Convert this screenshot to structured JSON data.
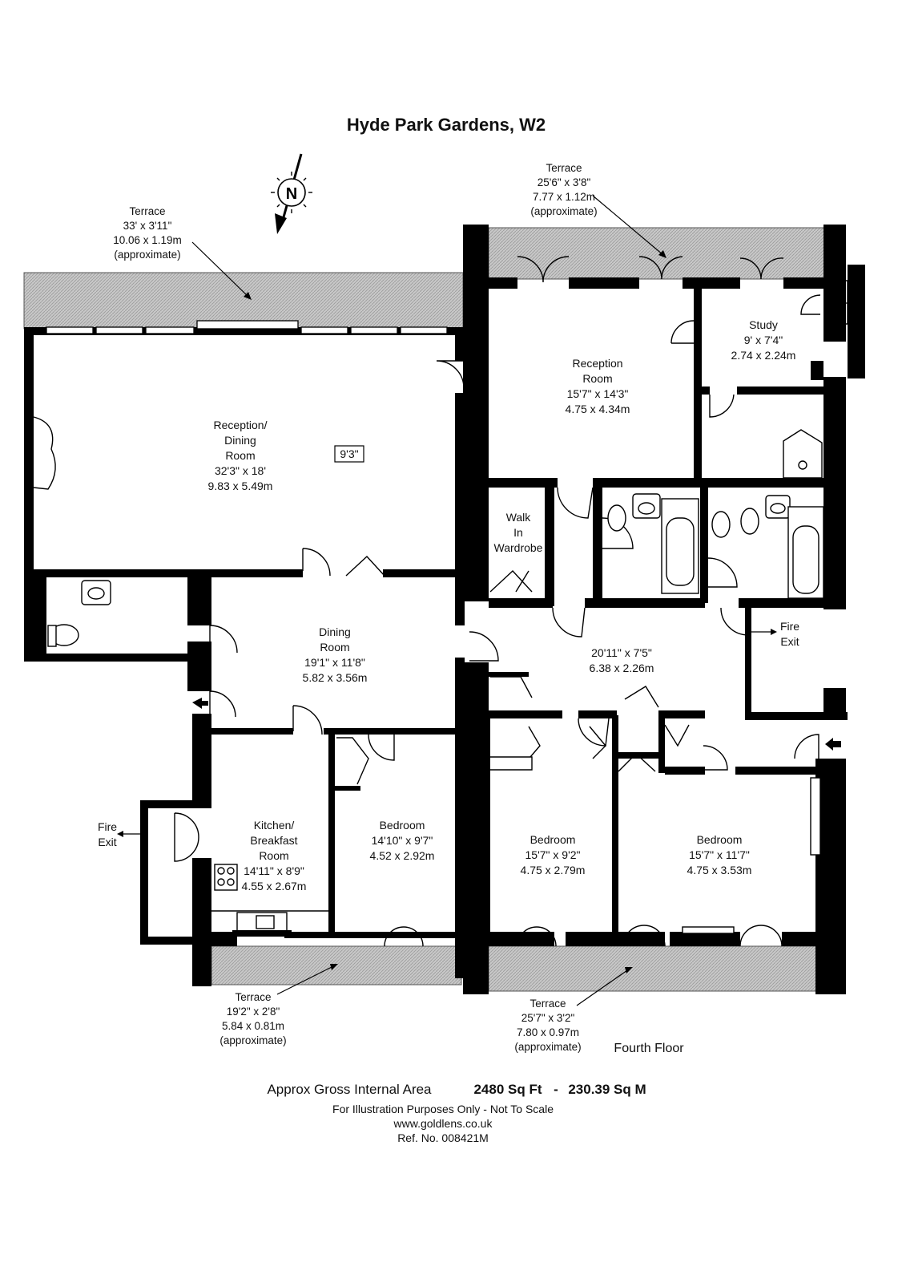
{
  "title": "Hyde Park Gardens, W2",
  "compass": {
    "icon": "north-compass-icon",
    "letter": "N"
  },
  "ceiling_height": "9'3\"",
  "rooms": [
    {
      "id": "reception-dining",
      "lines": [
        "Reception/",
        "Dining",
        "Room",
        "32'3\" x 18'",
        "9.83 x 5.49m"
      ]
    },
    {
      "id": "reception-room",
      "lines": [
        "Reception",
        "Room",
        "15'7\" x 14'3\"",
        "4.75 x 4.34m"
      ]
    },
    {
      "id": "study",
      "lines": [
        "Study",
        "9' x 7'4\"",
        "2.74 x 2.24m"
      ]
    },
    {
      "id": "walk-in-wardrobe",
      "lines": [
        "Walk",
        "In",
        "Wardrobe"
      ]
    },
    {
      "id": "dining-room",
      "lines": [
        "Dining",
        "Room",
        "19'1\" x 11'8\"",
        "5.82 x 3.56m"
      ]
    },
    {
      "id": "hallway",
      "lines": [
        "20'11\" x 7'5\"",
        "6.38 x 2.26m"
      ]
    },
    {
      "id": "kitchen",
      "lines": [
        "Kitchen/",
        "Breakfast",
        "Room",
        "14'11\" x 8'9\"",
        "4.55 x 2.67m"
      ]
    },
    {
      "id": "bedroom-1",
      "lines": [
        "Bedroom",
        "14'10\" x 9'7\"",
        "4.52 x 2.92m"
      ]
    },
    {
      "id": "bedroom-2",
      "lines": [
        "Bedroom",
        "15'7\" x 9'2\"",
        "4.75 x 2.79m"
      ]
    },
    {
      "id": "bedroom-3",
      "lines": [
        "Bedroom",
        "15'7\" x 11'7\"",
        "4.75 x 3.53m"
      ]
    }
  ],
  "terraces": [
    {
      "id": "terrace-west",
      "lines": [
        "Terrace",
        "33' x 3'11\"",
        "10.06 x 1.19m",
        "(approximate)"
      ]
    },
    {
      "id": "terrace-north",
      "lines": [
        "Terrace",
        "25'6\" x 3'8\"",
        "7.77 x 1.12m",
        "(approximate)"
      ]
    },
    {
      "id": "terrace-south-west",
      "lines": [
        "Terrace",
        "19'2\" x 2'8\"",
        "5.84 x 0.81m",
        "(approximate)"
      ]
    },
    {
      "id": "terrace-south-east",
      "lines": [
        "Terrace",
        "25'7\" x 3'2\"",
        "7.80 x 0.97m",
        "(approximate)"
      ]
    }
  ],
  "fire_exits": [
    {
      "id": "fire-exit-east",
      "lines": [
        "Fire",
        "Exit"
      ]
    },
    {
      "id": "fire-exit-west",
      "lines": [
        "Fire",
        "Exit"
      ]
    }
  ],
  "floor_label": "Fourth Floor",
  "area": {
    "label": "Approx Gross Internal Area",
    "sq_ft": "2480 Sq Ft",
    "separator": "-",
    "sq_m": "230.39 Sq M"
  },
  "footer": {
    "disclaimer": "For Illustration Purposes Only - Not To Scale",
    "website": "www.goldlens.co.uk",
    "reference": "Ref. No. 008421M"
  }
}
